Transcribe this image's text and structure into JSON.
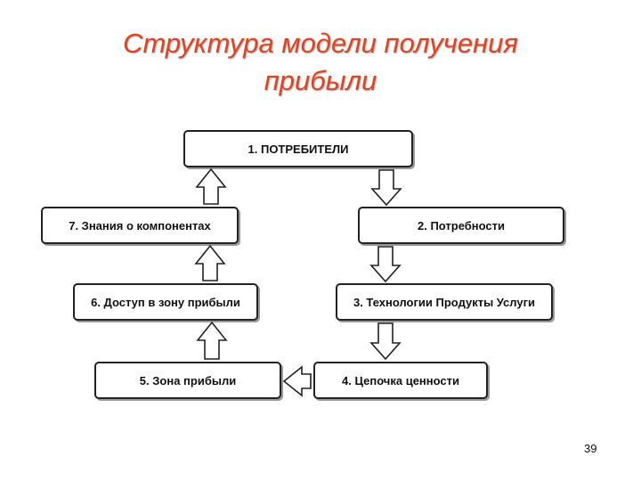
{
  "title": {
    "line1": "Структура модели получения",
    "line2": "прибыли"
  },
  "boxes": [
    {
      "label": "1. ПОТРЕБИТЕЛИ"
    },
    {
      "label": "2. Потребности"
    },
    {
      "label": "3. Технологии Продукты Услуги"
    },
    {
      "label": "4. Цепочка ценности"
    },
    {
      "label": "5. Зона прибыли"
    },
    {
      "label": "6. Доступ в зону прибыли"
    },
    {
      "label": "7. Знания о компонентах"
    }
  ],
  "page_number": "39"
}
